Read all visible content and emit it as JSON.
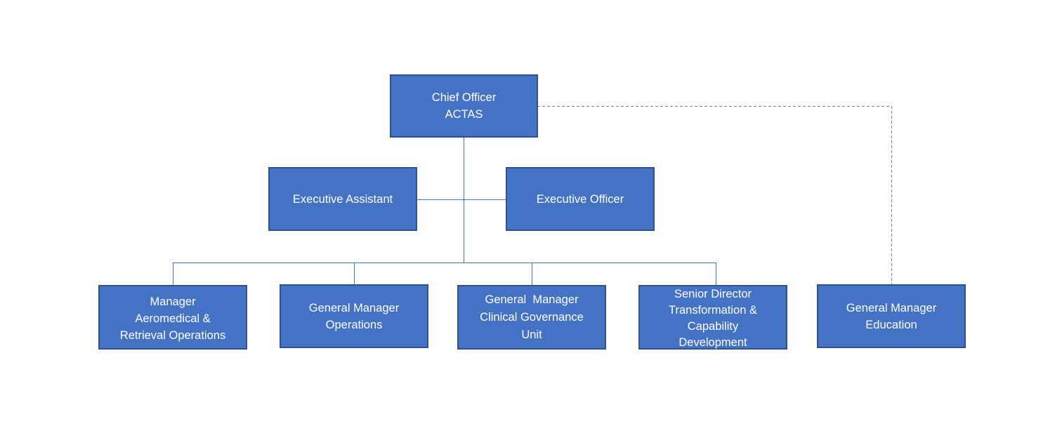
{
  "chart": {
    "root": {
      "lines": [
        "Chief Officer",
        "ACTAS"
      ]
    },
    "assistants": [
      {
        "lines": [
          "Executive Assistant"
        ]
      },
      {
        "lines": [
          "Executive Officer"
        ]
      }
    ],
    "reports": [
      {
        "lines": [
          "Manager",
          "Aeromedical &",
          "Retrieval Operations"
        ]
      },
      {
        "lines": [
          "General Manager",
          "Operations"
        ]
      },
      {
        "lines": [
          "General  Manager",
          "Clinical Governance",
          "Unit"
        ]
      },
      {
        "lines": [
          "Senior Director",
          "Transformation &",
          "Capability",
          "Development"
        ]
      }
    ],
    "dotted_reports": [
      {
        "lines": [
          "General Manager",
          "Education"
        ]
      }
    ]
  },
  "colors": {
    "box_fill": "#4472C4",
    "box_border": "#2F528F",
    "line": "#4472C4",
    "dotted_line": "#7F7F7F"
  }
}
